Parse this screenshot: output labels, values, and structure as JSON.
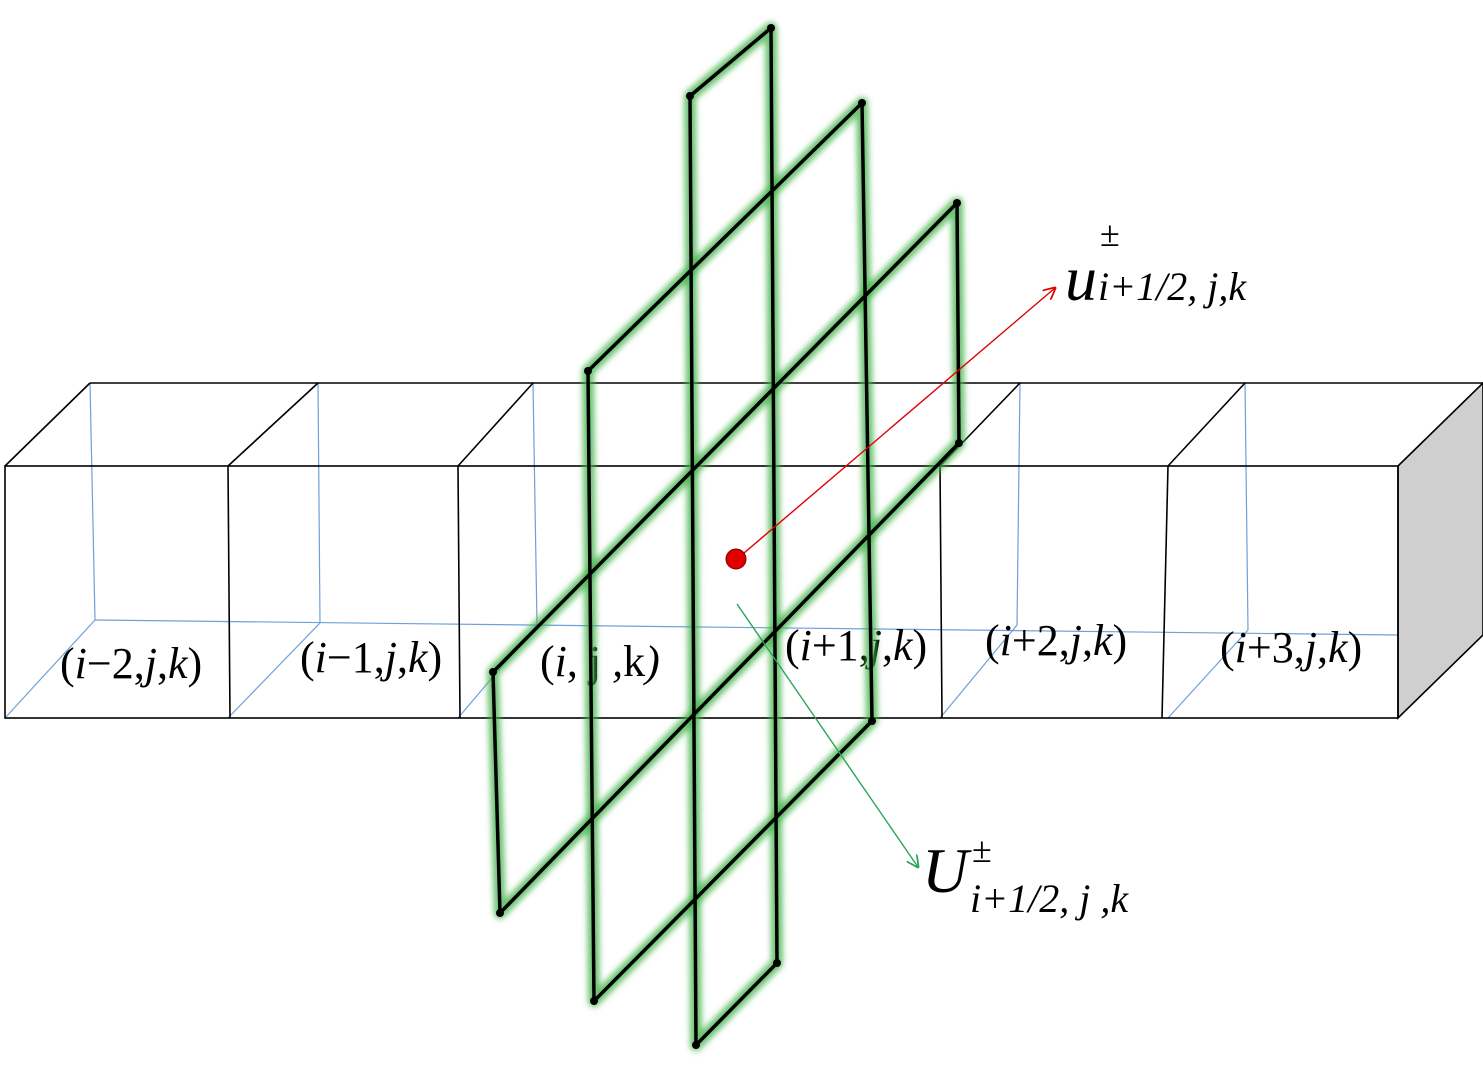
{
  "cells": [
    {
      "label_parts": [
        "(",
        "i",
        "−2",
        ",",
        "j",
        ",",
        "k",
        ")"
      ]
    },
    {
      "label_parts": [
        "(",
        "i",
        "−1",
        ",",
        "j",
        ",",
        "k",
        ")"
      ]
    },
    {
      "label_parts": [
        "(",
        "i",
        ", ",
        "j",
        " ,",
        "k",
        ")"
      ]
    },
    {
      "label_parts": [
        "(",
        "i",
        "+1",
        ",",
        "j",
        ",",
        "k",
        ")"
      ]
    },
    {
      "label_parts": [
        "(",
        "i",
        "+2",
        ",",
        "j",
        ",",
        "k",
        ")"
      ]
    },
    {
      "label_parts": [
        "(",
        "i",
        "+3",
        ",",
        "j",
        ",",
        "k",
        ")"
      ]
    }
  ],
  "annotations": {
    "velocity": {
      "symbol": "u",
      "superscript": "±",
      "subscript": "i+1/2, j,k"
    },
    "state": {
      "symbol": "U",
      "superscript": "±",
      "subscript": "i+1/2, j ,k"
    }
  },
  "colors": {
    "box_edge": "#000000",
    "hidden_edge": "#6fa0d8",
    "end_face": "#cfcfcf",
    "grid_line": "#000000",
    "grid_glow": "#3cb043",
    "point": "#e00000",
    "velocity_arrow": "#e00000",
    "state_arrow": "#2aa35a"
  }
}
